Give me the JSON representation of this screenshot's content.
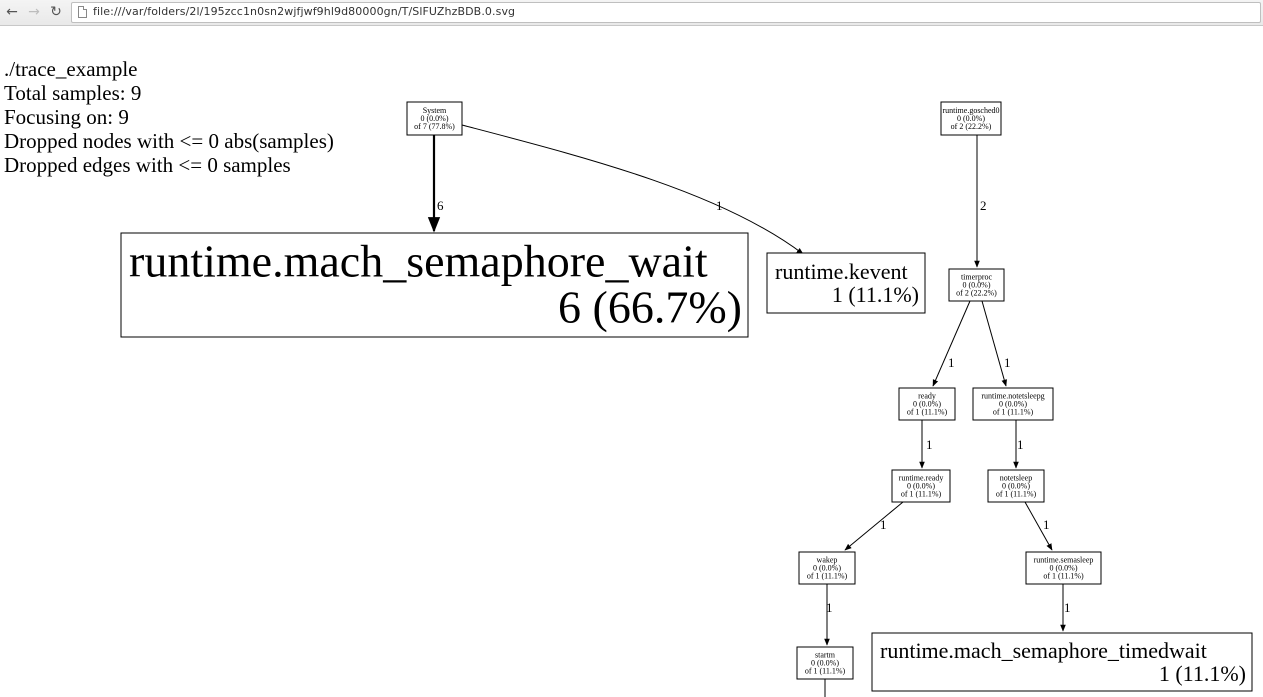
{
  "browser": {
    "url": "file:///var/folders/2l/195zcc1n0sn2wjfjwf9hl9d80000gn/T/SlFUZhzBDB.0.svg",
    "back_icon": "arrow-left",
    "forward_icon": "arrow-right",
    "reload_icon": "reload"
  },
  "info": {
    "lines": [
      "./trace_example",
      "Total samples: 9",
      "Focusing on: 9",
      "Dropped nodes with <= 0 abs(samples)",
      "Dropped edges with <= 0 samples"
    ]
  },
  "nodes": [
    {
      "id": "system",
      "lines": [
        "System",
        "0 (0.0%)",
        "of 7 (77.8%)"
      ],
      "size": "small"
    },
    {
      "id": "gosched0",
      "lines": [
        "runtime.gosched0",
        "0 (0.0%)",
        "of 2 (22.2%)"
      ],
      "size": "small"
    },
    {
      "id": "mach_semaphore_wait",
      "lines": [
        "runtime.mach_semaphore_wait",
        "6 (66.7%)"
      ],
      "size": "huge"
    },
    {
      "id": "kevent",
      "lines": [
        "runtime.kevent",
        "1 (11.1%)"
      ],
      "size": "large"
    },
    {
      "id": "timerproc",
      "lines": [
        "timerproc",
        "0 (0.0%)",
        "of 2 (22.2%)"
      ],
      "size": "small"
    },
    {
      "id": "ready",
      "lines": [
        "ready",
        "0 (0.0%)",
        "of 1 (11.1%)"
      ],
      "size": "small"
    },
    {
      "id": "notetsleepg",
      "lines": [
        "runtime.notetsleepg",
        "0 (0.0%)",
        "of 1 (11.1%)"
      ],
      "size": "small"
    },
    {
      "id": "runtime_ready",
      "lines": [
        "runtime.ready",
        "0 (0.0%)",
        "of 1 (11.1%)"
      ],
      "size": "small"
    },
    {
      "id": "notetsleep",
      "lines": [
        "notetsleep",
        "0 (0.0%)",
        "of 1 (11.1%)"
      ],
      "size": "small"
    },
    {
      "id": "wakep",
      "lines": [
        "wakep",
        "0 (0.0%)",
        "of 1 (11.1%)"
      ],
      "size": "small"
    },
    {
      "id": "semasleep",
      "lines": [
        "runtime.semasleep",
        "0 (0.0%)",
        "of 1 (11.1%)"
      ],
      "size": "small"
    },
    {
      "id": "startm",
      "lines": [
        "startm",
        "0 (0.0%)",
        "of 1 (11.1%)"
      ],
      "size": "small"
    },
    {
      "id": "mach_semaphore_timedwait",
      "lines": [
        "runtime.mach_semaphore_timedwait",
        "1 (11.1%)"
      ],
      "size": "large"
    }
  ],
  "edges": [
    {
      "from": "system",
      "to": "mach_semaphore_wait",
      "label": "6",
      "weight": "heavy"
    },
    {
      "from": "system",
      "to": "kevent",
      "label": "1",
      "weight": "normal"
    },
    {
      "from": "gosched0",
      "to": "timerproc",
      "label": "2",
      "weight": "normal"
    },
    {
      "from": "timerproc",
      "to": "ready",
      "label": "1",
      "weight": "normal"
    },
    {
      "from": "timerproc",
      "to": "notetsleepg",
      "label": "1",
      "weight": "normal"
    },
    {
      "from": "ready",
      "to": "runtime_ready",
      "label": "1",
      "weight": "normal"
    },
    {
      "from": "notetsleepg",
      "to": "notetsleep",
      "label": "1",
      "weight": "normal"
    },
    {
      "from": "runtime_ready",
      "to": "wakep",
      "label": "1",
      "weight": "normal"
    },
    {
      "from": "notetsleep",
      "to": "semasleep",
      "label": "1",
      "weight": "normal"
    },
    {
      "from": "wakep",
      "to": "startm",
      "label": "1",
      "weight": "normal"
    },
    {
      "from": "semasleep",
      "to": "mach_semaphore_timedwait",
      "label": "1",
      "weight": "normal"
    },
    {
      "from": "startm",
      "to": "",
      "label": "",
      "weight": "normal"
    }
  ]
}
